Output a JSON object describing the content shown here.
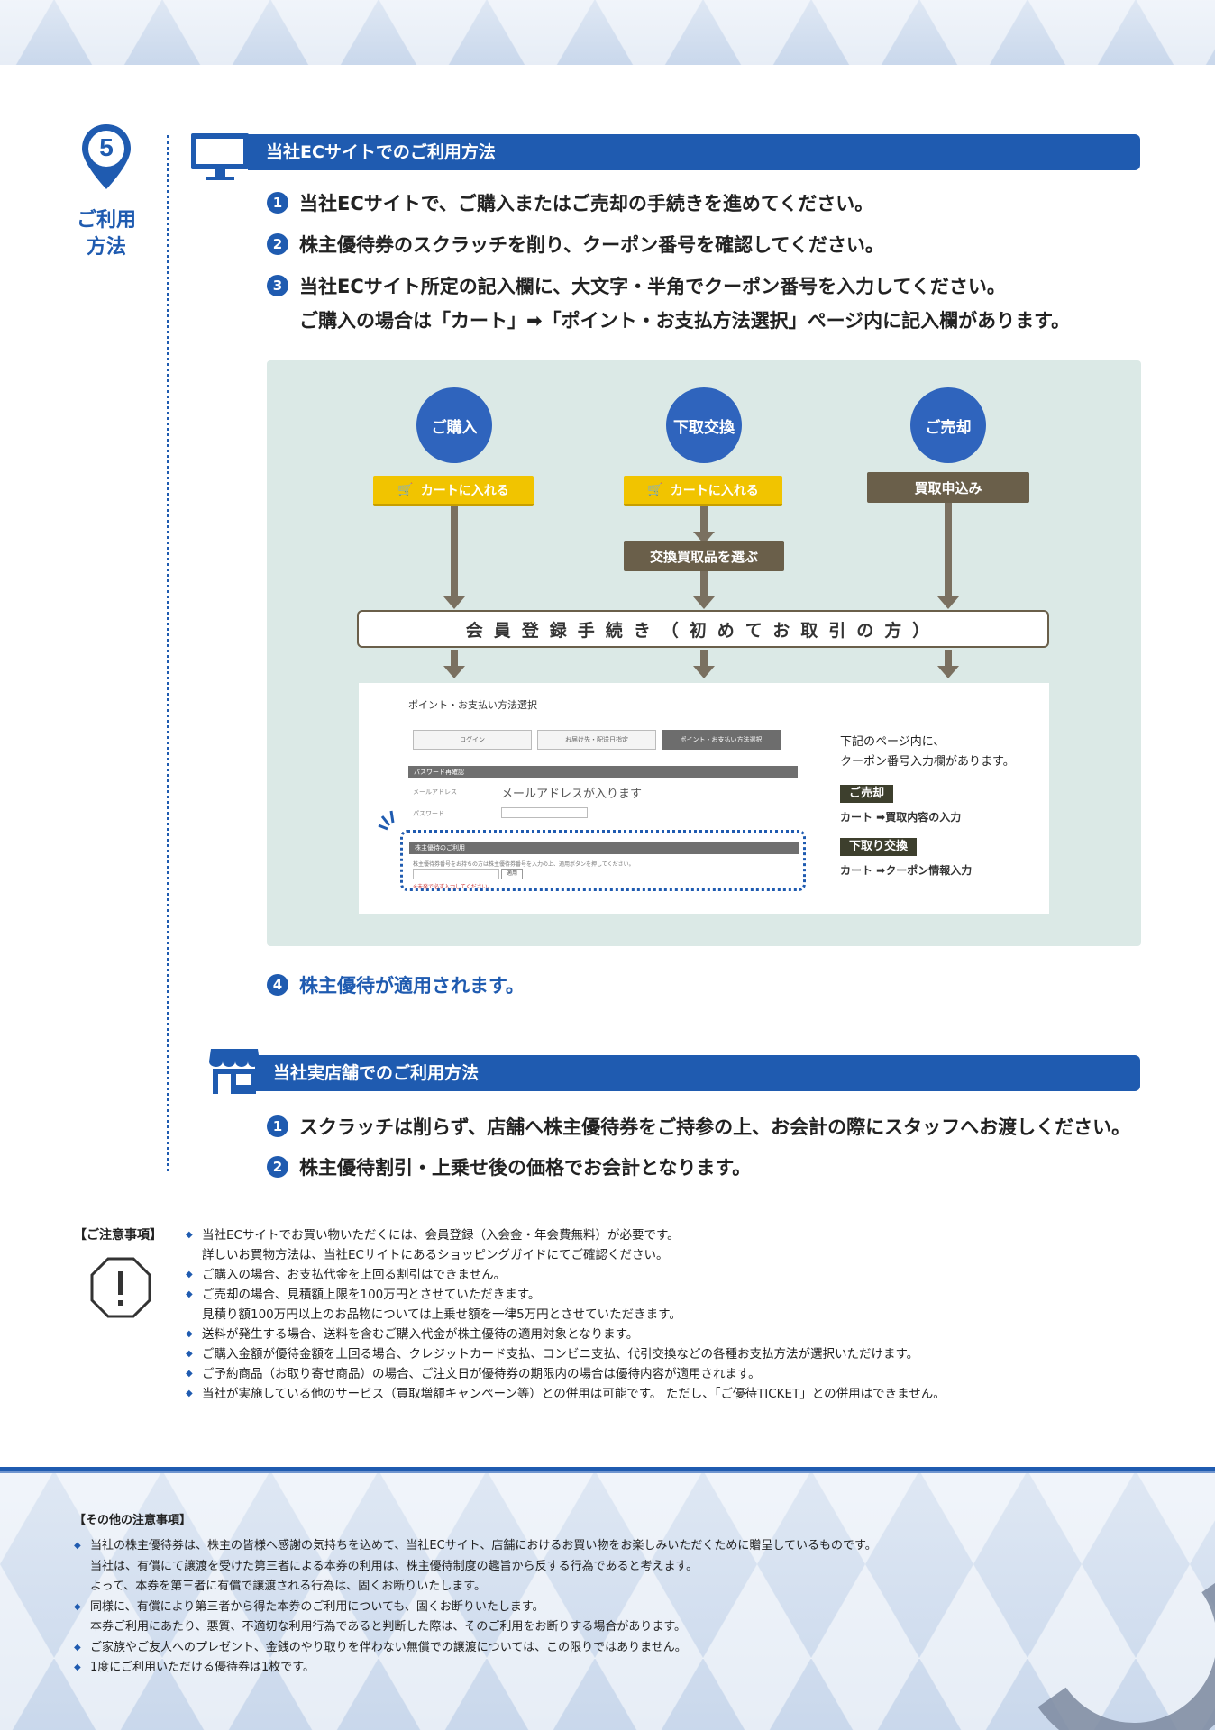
{
  "step": {
    "number": "5",
    "label_line1": "ご利用",
    "label_line2": "方法"
  },
  "ec_section": {
    "title": "当社ECサイトでのご利用方法",
    "steps": [
      {
        "num": "1",
        "text": "当社ECサイトで、ご購入またはご売却の手続きを進めてください。"
      },
      {
        "num": "2",
        "text": "株主優待券のスクラッチを削り、クーポン番号を確認してください。"
      },
      {
        "num": "3",
        "text": "当社ECサイト所定の記入欄に、大文字・半角でクーポン番号を入力してください。"
      }
    ],
    "step3_sub": "ご購入の場合は「カート」➡「ポイント・お支払方法選択」ページ内に記入欄があります。",
    "step4": {
      "num": "4",
      "text": "株主優待が適用されます。"
    }
  },
  "flow": {
    "purchase": "ご購入",
    "exchange": "下取交換",
    "sell": "ご売却",
    "cart_button": "カートに入れる",
    "buy_request": "買取申込み",
    "choose_trade": "交換買取品を選ぶ",
    "member_registration": "会員登録手続き（初めてお取引の方）",
    "screen": {
      "title": "ポイント・お支払い方法選択",
      "tab_login": "ログイン",
      "tab_delivery": "お届け先・配送日指定",
      "tab_payment": "ポイント・お支払い方法選択",
      "password_bar": "パスワード再確認",
      "email_label": "メールアドレス",
      "email_value": "メールアドレスが入ります",
      "password_label": "パスワード",
      "coupon_bar": "株主優待のご利用",
      "coupon_note": "株主優待券番号をお持ちの方は株主優待券番号を入力の上、適用ボタンを押してください。",
      "apply_btn": "適用",
      "required_note": "※未発で必ず入力してください。"
    },
    "side_text_line1": "下記のページ内に、",
    "side_text_line2": "クーポン番号入力欄があります。",
    "tag_sell": "ご売却",
    "sell_path": "カート ➡買取内容の入力",
    "tag_trade": "下取り交換",
    "trade_path": "カート ➡クーポン情報入力"
  },
  "store_section": {
    "title": "当社実店舗でのご利用方法",
    "steps": [
      {
        "num": "1",
        "text": "スクラッチは削らず、店舗へ株主優待券をご持参の上、お会計の際にスタッフへお渡しください。"
      },
      {
        "num": "2",
        "text": "株主優待割引・上乗せ後の価格でお会計となります。"
      }
    ]
  },
  "notes": {
    "heading": "【ご注意事項】",
    "items": [
      [
        "当社ECサイトでお買い物いただくには、会員登録（入会金・年会費無料）が必要です。",
        "詳しいお買物方法は、当社ECサイトにあるショッピングガイドにてご確認ください。"
      ],
      [
        "ご購入の場合、お支払代金を上回る割引はできません。"
      ],
      [
        "ご売却の場合、見積額上限を100万円とさせていただきます。",
        "見積り額100万円以上のお品物については上乗せ額を一律5万円とさせていただきます。"
      ],
      [
        "送料が発生する場合、送料を含むご購入代金が株主優待の適用対象となります。"
      ],
      [
        "ご購入金額が優待金額を上回る場合、クレジットカード支払、コンビニ支払、代引交換などの各種お支払方法が選択いただけます。"
      ],
      [
        "ご予約商品（お取り寄せ商品）の場合、ご注文日が優待券の期限内の場合は優待内容が適用されます。"
      ],
      [
        "当社が実施している他のサービス（買取増額キャンペーン等）との併用は可能です。 ただし、「ご優待TICKET」との併用はできません。"
      ]
    ]
  },
  "other_notes": {
    "heading": "【その他の注意事項】",
    "items": [
      [
        "当社の株主優待券は、株主の皆様へ感謝の気持ちを込めて、当社ECサイト、店舗におけるお買い物をお楽しみいただくために贈呈しているものです。",
        "当社は、有償にて譲渡を受けた第三者による本券の利用は、株主優待制度の趣旨から反する行為であると考えます。",
        "よって、本券を第三者に有償で譲渡される行為は、固くお断りいたします。"
      ],
      [
        "同様に、有償により第三者から得た本券のご利用についても、固くお断りいたします。",
        "本券ご利用にあたり、悪質、不適切な利用行為であると判断した際は、そのご利用をお断りする場合があります。"
      ],
      [
        "ご家族やご友人へのプレゼント、金銭のやり取りを伴わない無償での譲渡については、この限りではありません。"
      ],
      [
        "1度にご利用いただける優待券は1枚です。"
      ]
    ]
  },
  "colors": {
    "primary_blue": "#1f5bb0",
    "flow_bg": "#dbe9e6",
    "yellow": "#f1c400",
    "brown": "#6a5f4a"
  },
  "icons": {
    "step_marker": "location-pin-icon",
    "ec": "monitor-icon",
    "store": "storefront-icon",
    "notice": "exclamation-octagon-icon",
    "cart": "cart-icon"
  }
}
